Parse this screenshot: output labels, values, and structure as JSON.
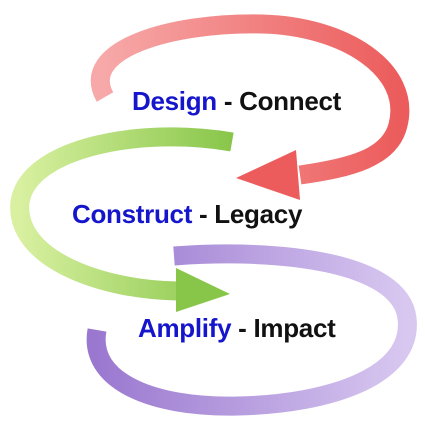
{
  "stages": [
    {
      "keyword": "Design",
      "separator": " - ",
      "outcome": "Connect",
      "arrow_color": "#f06b6b"
    },
    {
      "keyword": "Construct",
      "separator": " - ",
      "outcome": "Legacy",
      "arrow_color": "#a6d96a"
    },
    {
      "keyword": "Amplify",
      "separator": " - ",
      "outcome": "Impact",
      "arrow_color": "#a88ad8"
    }
  ],
  "colors": {
    "keyword": "#1515cc",
    "outcome": "#111111"
  }
}
